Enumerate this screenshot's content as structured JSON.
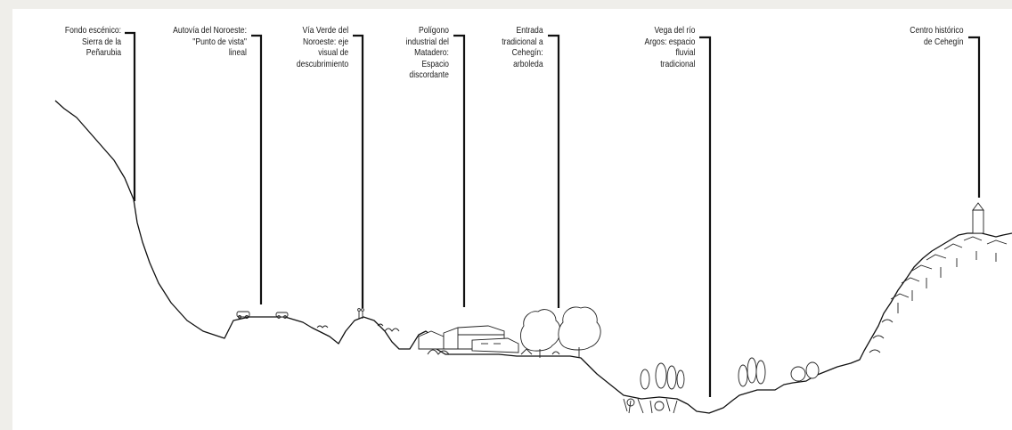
{
  "labels": [
    {
      "id": "fondo",
      "text": "Fondo escénico:\nSierra de la\nPeñarubia"
    },
    {
      "id": "autovia",
      "text": "Autovía del Noroeste:\n\"Punto de vista\"\nlineal"
    },
    {
      "id": "via-verde",
      "text": "Vía Verde del\nNoroeste: eje\nvisual de\ndescubrimiento"
    },
    {
      "id": "poligono",
      "text": "Polígono\nindustrial del\nMatadero:\nEspacio\ndiscordante"
    },
    {
      "id": "entrada",
      "text": "Entrada\ntradicional a\nCehegín:\narboleda"
    },
    {
      "id": "vega",
      "text": "Vega del río\nArgos: espacio\nfluvial\ntradicional"
    },
    {
      "id": "centro",
      "text": "Centro histórico\nde Cehegín"
    }
  ]
}
